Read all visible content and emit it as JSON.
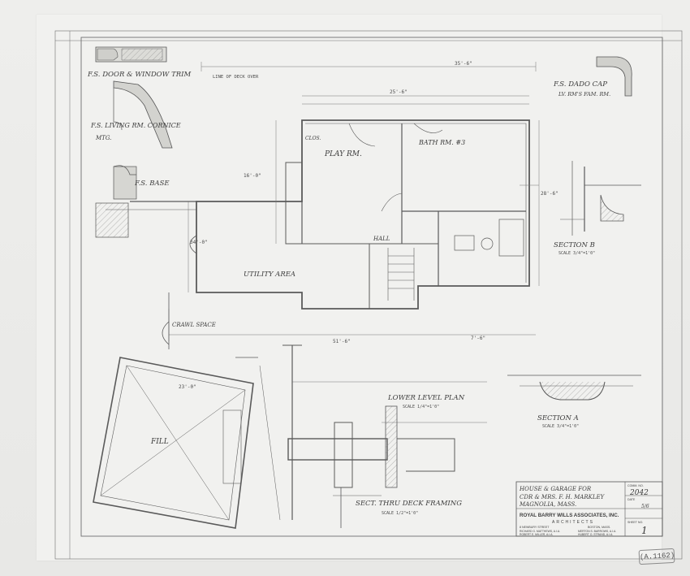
{
  "details": {
    "door_trim": "F.S. DOOR & WINDOW TRIM",
    "living_cornice": "F.S. LIVING RM. CORNICE",
    "cornice_mtg": "MTG.",
    "base": "F.S. BASE",
    "dado_cap": "F.S. DADO CAP",
    "dado_cap_sub": "LV. RM'S FAM. RM."
  },
  "plan": {
    "line_of_deck_over": "LINE OF DECK OVER",
    "play_room": "PLAY RM.",
    "bath": "BATH RM. #3",
    "utility": "UTILITY AREA",
    "crawl_space": "CRAWL SPACE",
    "hall": "HALL",
    "closet": "CLOS.",
    "fill": "FILL",
    "lower_level_plan": "LOWER LEVEL PLAN",
    "lower_level_scale": "SCALE 1/4\"=1'0\"",
    "dim_overall": "35'-6\"",
    "dim_top": "25'-6\"",
    "dim_bottom": "51'-6\"",
    "dim_left": "34'-0\"",
    "dim_right": "28'-6\"",
    "dim_mid": "16'-0\"",
    "dim_small": "7'-6\"",
    "dim_deck": "23'-0\""
  },
  "sections": {
    "section_a": "SECTION A",
    "section_a_scale": "SCALE 3/4\"=1'0\"",
    "section_b": "SECTION B",
    "section_b_scale": "SCALE 3/4\"=1'0\"",
    "deck_framing": "SECT. THRU DECK FRAMING",
    "deck_scale": "SCALE 1/2\"=1'0\""
  },
  "title_block": {
    "project_line1": "HOUSE & GARAGE FOR",
    "project_line2": "CDR & MRS. F. H. MARKLEY",
    "project_line3": "MAGNOLIA, MASS.",
    "firm": "ROYAL BARRY WILLS ASSOCIATES, INC.",
    "firm_sub": "ARCHITECTS",
    "firm_street": "8 NEWBURY STREET",
    "firm_city": "BOSTON, MASS.",
    "partner_1": "RICHARD G. MATTHEWS, A.I.A.",
    "partner_2": "ROBERT E. MILLER, A.I.A.",
    "partner_3": "MERTON S. BARROWS, A.I.A.",
    "partner_4": "HUBERT O. STRAND, A.I.A.",
    "comm_label": "COMM. NO.",
    "comm_no": "2042",
    "date_label": "DATE",
    "date_value": "5/6",
    "sheet_label": "SHEET NO.",
    "sheet_no": "1"
  },
  "stamp": "(A.1162)"
}
